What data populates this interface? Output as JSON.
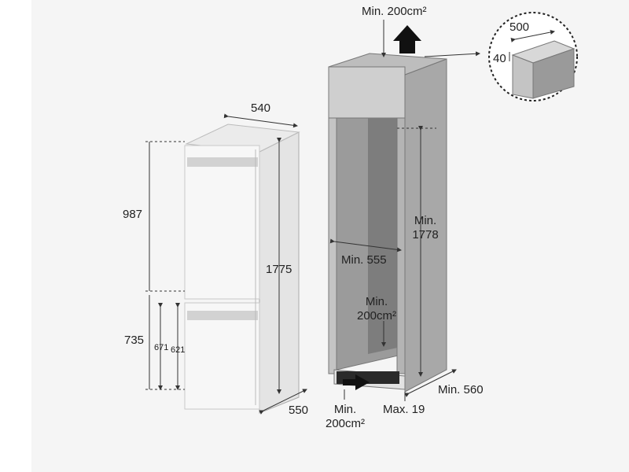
{
  "left_unit": {
    "width_top": "540",
    "upper_height": "987",
    "total_height": "1775",
    "lower_height": "735",
    "door_671": "671",
    "door_621": "621",
    "depth": "550"
  },
  "right_cabinet": {
    "top_vent": "Min. 200cm²",
    "inner_width": "Min. 555",
    "inner_height_line1": "Min.",
    "inner_height_line2": "1778",
    "rear_vent_line1": "Min.",
    "rear_vent_line2": "200cm²",
    "bottom_vent_line1": "Min.",
    "bottom_vent_line2": "200cm²",
    "plinth_gap": "Max. 19",
    "cabinet_depth": "Min. 560"
  },
  "detail_circle": {
    "dim_500": "500",
    "dim_40": "40"
  }
}
